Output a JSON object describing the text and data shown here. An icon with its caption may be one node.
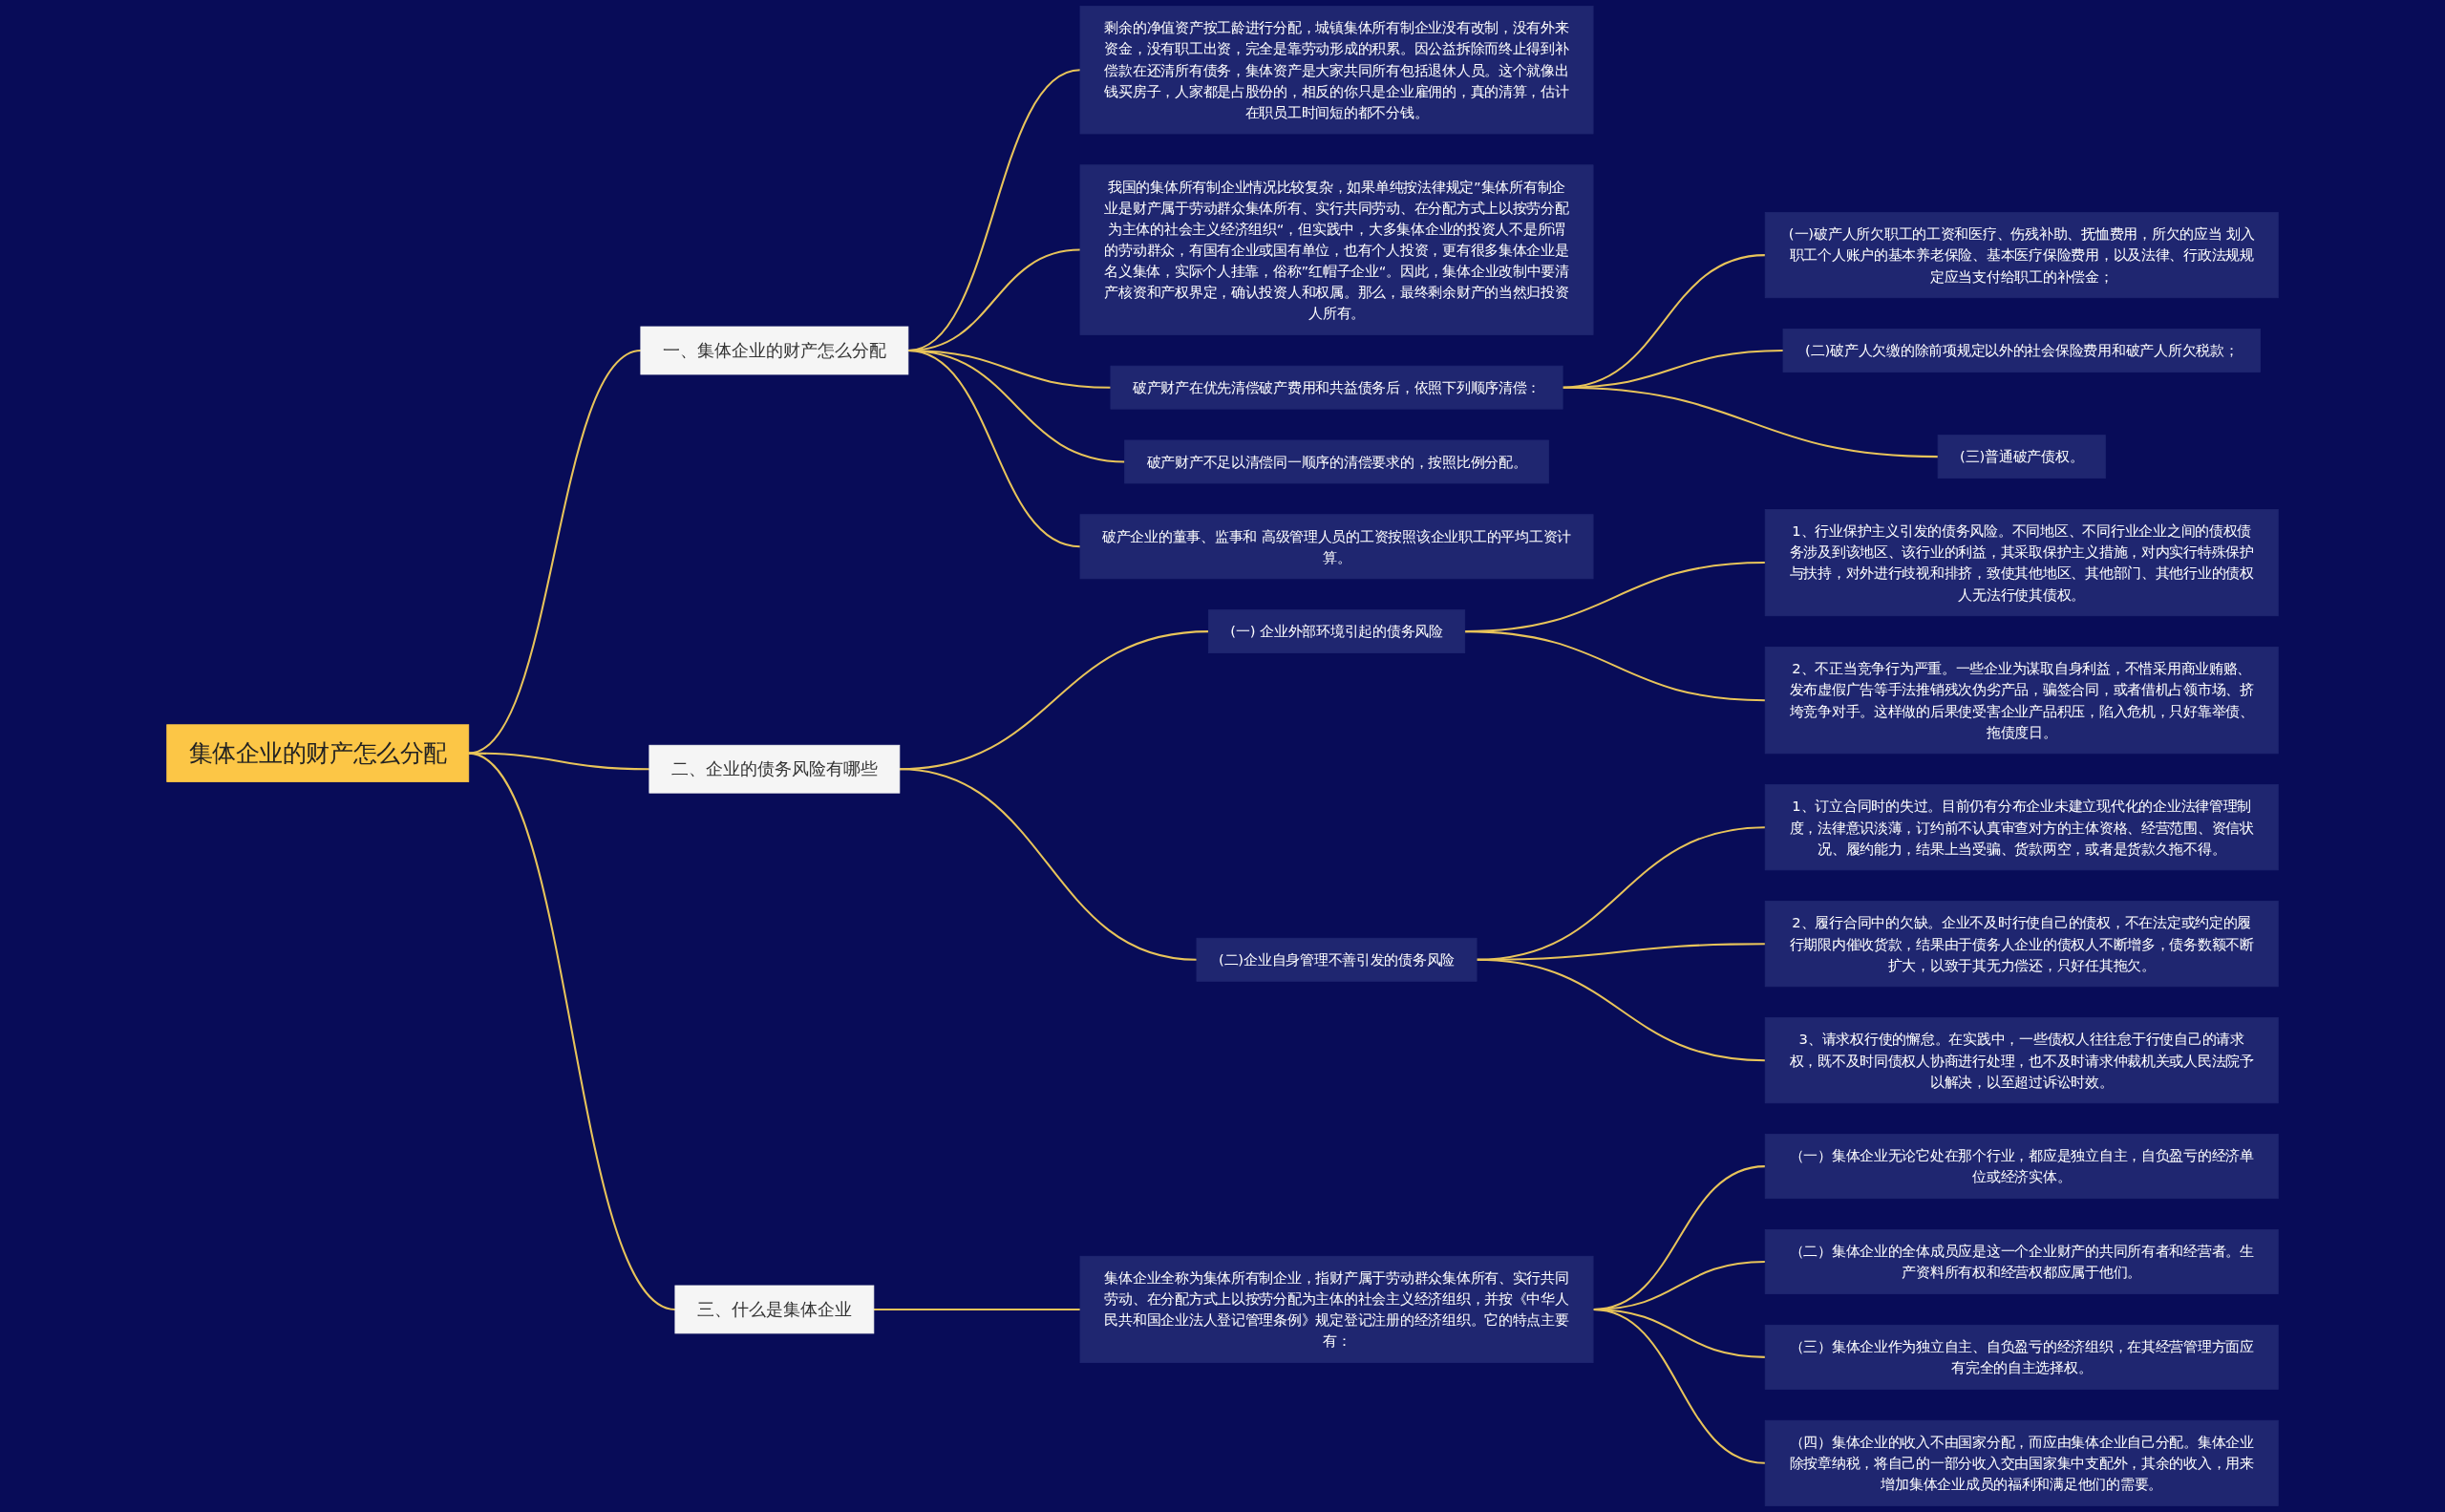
{
  "diagram": {
    "nodes": [
      {
        "text": [
          "集体企业的财产怎么分配"
        ]
      },
      {
        "text": [
          "一、集体企业的财产怎么分配"
        ]
      },
      {
        "text": [
          "剩余的净值资产按工龄进行分配，城镇集体所有制企业没有改制，没有外来资金，没有职工出资，完全是靠劳动形成的积累。因公益拆除而终止得到补偿款在还清所有债务，集体资产是大家共同所有包括退休人员。这个就像出钱买房子，人家都是占股份的，相反的你只是企业雇佣的，真的清算，估计在职员工时间短的都不分钱。"
        ]
      },
      {
        "text": [
          "我国的集体所有制企业情况比较复杂，如果单纯按法律规定”集体所有制企业是财产属于劳动群众集体所有、实行共同劳动、在分配方式上以按劳分配为主体的社会主义经济组织“，但实践中，大多集体企业的投资人不是所谓的劳动群众，有国有企业或国有单位，也有个人投资，更有很多集体企业是名义集体，实际个人挂靠，俗称”红帽子企业“。因此，集体企业改制中要清产核资和产权界定，确认投资人和权属。那么，最终剩余财产的当然归投资人所有。"
        ]
      },
      {
        "text": [
          "破产财产在优先清偿破产费用和共益债务后，依照下列顺序清偿："
        ]
      },
      {
        "text": [
          "(一)破产人所欠职工的工资和医疗、伤残补助、抚恤费用，所欠的应当 划入职工个人账户的基本养老保险、基本医疗保险费用，以及法律、行政法规规定应当支付给职工的补偿金；"
        ]
      },
      {
        "text": [
          "(二)破产人欠缴的除前项规定以外的社会保险费用和破产人所欠税款；"
        ]
      },
      {
        "text": [
          "(三)普通破产债权。"
        ]
      },
      {
        "text": [
          "破产财产不足以清偿同一顺序的清偿要求的，按照比例分配。"
        ]
      },
      {
        "text": [
          "破产企业的董事、监事和 高级管理人员的工资按照该企业职工的平均工资计算。"
        ]
      },
      {
        "text": [
          "二、企业的债务风险有哪些"
        ]
      },
      {
        "text": [
          "(一) 企业外部环境引起的债务风险"
        ]
      },
      {
        "text": [
          "1、行业保护主义引发的债务风险。不同地区、不同行业企业之间的债权债务涉及到该地区、该行业的利益，其采取保护主义措施，对内实行特殊保护与扶持，对外进行歧视和排挤，致使其他地区、其他部门、其他行业的债权人无法行使其债权。"
        ]
      },
      {
        "text": [
          "2、不正当竞争行为严重。一些企业为谋取自身利益，不惜采用商业贿赂、发布虚假广告等手法推销残次伪劣产品，骗签合同，或者借机占领市场、挤垮竞争对手。这样做的后果使受害企业产品积压，陷入危机，只好靠举债、拖债度日。"
        ]
      },
      {
        "text": [
          "(二)企业自身管理不善引发的债务风险"
        ]
      },
      {
        "text": [
          "1、订立合同时的失过。目前仍有分布企业未建立现代化的企业法律管理制度，法律意识淡薄，订约前不认真审查对方的主体资格、经营范围、资信状况、履约能力，结果上当受骗、货款两空，或者是货款久拖不得。"
        ]
      },
      {
        "text": [
          "2、履行合同中的欠缺。企业不及时行使自己的债权，不在法定或约定的履行期限内催收货款，结果由于债务人企业的债权人不断增多，债务数额不断扩大，以致于其无力偿还，只好任其拖欠。"
        ]
      },
      {
        "text": [
          "3、请求权行使的懈怠。在实践中，一些债权人往往怠于行使自己的请求权，既不及时同债权人协商进行处理，也不及时请求仲裁机关或人民法院予以解决，以至超过诉讼时效。"
        ]
      },
      {
        "text": [
          "三、什么是集体企业"
        ]
      },
      {
        "text": [
          "集体企业全称为集体所有制企业，指财产属于劳动群众集体所有、实行共同劳动、在分配方式上以按劳分配为主体的社会主义经济组织，并按《中华人民共和国企业法人登记管理条例》规定登记注册的经济组织。它的特点主要有："
        ]
      },
      {
        "text": [
          "（一）集体企业无论它处在那个行业，都应是独立自主，自负盈亏的经济单位或经济实体。"
        ]
      },
      {
        "text": [
          "（二）集体企业的全体成员应是这一个企业财产的共同所有者和经营者。生产资料所有权和经营权都应属于他们。"
        ]
      },
      {
        "text": [
          "（三）集体企业作为独立自主、自负盈亏的经济组织，在其经营管理方面应有完全的自主选择权。"
        ]
      },
      {
        "text": [
          "（四）集体企业的收入不由国家分配，而应由集体企业自己分配。集体企业除按章纳税，将自己的一部分收入交由国家集中支配外，其余的收入，用来增加集体企业成员的福利和满足他们的需要。"
        ]
      }
    ],
    "edges": [
      {
        "from": 0,
        "to": 1,
        "arrow": "none"
      },
      {
        "from": 1,
        "to": 2,
        "arrow": "none"
      },
      {
        "from": 1,
        "to": 3,
        "arrow": "none"
      },
      {
        "from": 1,
        "to": 4,
        "arrow": "none"
      },
      {
        "from": 4,
        "to": 5,
        "arrow": "none"
      },
      {
        "from": 4,
        "to": 6,
        "arrow": "none"
      },
      {
        "from": 4,
        "to": 7,
        "arrow": "none"
      },
      {
        "from": 1,
        "to": 8,
        "arrow": "none"
      },
      {
        "from": 1,
        "to": 9,
        "arrow": "none"
      },
      {
        "from": 0,
        "to": 10,
        "arrow": "none"
      },
      {
        "from": 10,
        "to": 11,
        "arrow": "none"
      },
      {
        "from": 11,
        "to": 12,
        "arrow": "none"
      },
      {
        "from": 11,
        "to": 13,
        "arrow": "none"
      },
      {
        "from": 10,
        "to": 14,
        "arrow": "none"
      },
      {
        "from": 14,
        "to": 15,
        "arrow": "none"
      },
      {
        "from": 14,
        "to": 16,
        "arrow": "none"
      },
      {
        "from": 14,
        "to": 17,
        "arrow": "none"
      },
      {
        "from": 0,
        "to": 18,
        "arrow": "none"
      },
      {
        "from": 18,
        "to": 19,
        "arrow": "none"
      },
      {
        "from": 19,
        "to": 20,
        "arrow": "none"
      },
      {
        "from": 19,
        "to": 21,
        "arrow": "none"
      },
      {
        "from": 19,
        "to": 22,
        "arrow": "none"
      },
      {
        "from": 19,
        "to": 23,
        "arrow": "none"
      }
    ]
  }
}
